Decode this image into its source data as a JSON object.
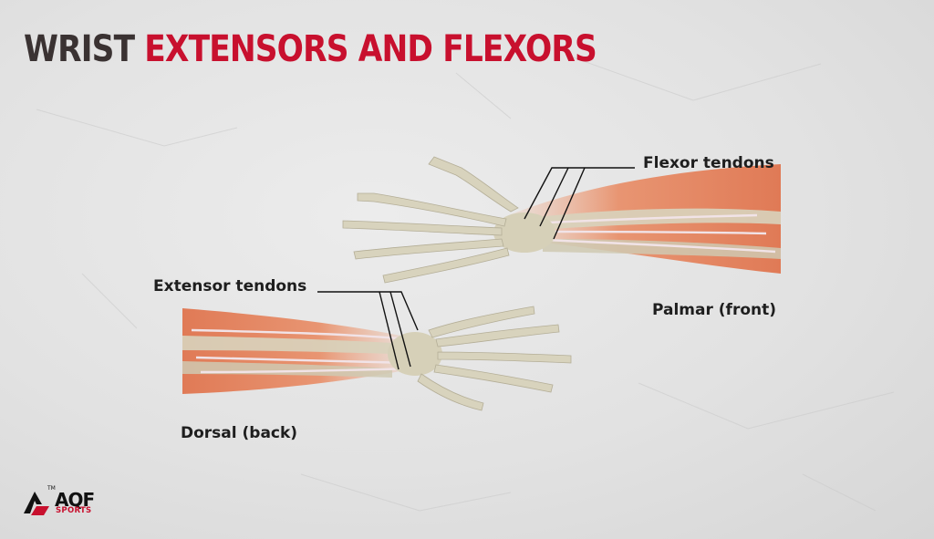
{
  "title": {
    "part1": "WRIST ",
    "part2": "EXTENSORS AND FLEXORS"
  },
  "labels": {
    "flexor": "Flexor tendons",
    "palmar": "Palmar (front)",
    "extensor": "Extensor tendons",
    "dorsal": "Dorsal (back)"
  },
  "logo": {
    "name": "AQF",
    "sub": "SPORTS",
    "tm": "TM"
  },
  "colors": {
    "title_dark": "#3a3232",
    "title_red": "#c8102e",
    "bone": "#d8d3bd",
    "muscle": "#e0704e",
    "tendon": "#f1e3e7"
  }
}
